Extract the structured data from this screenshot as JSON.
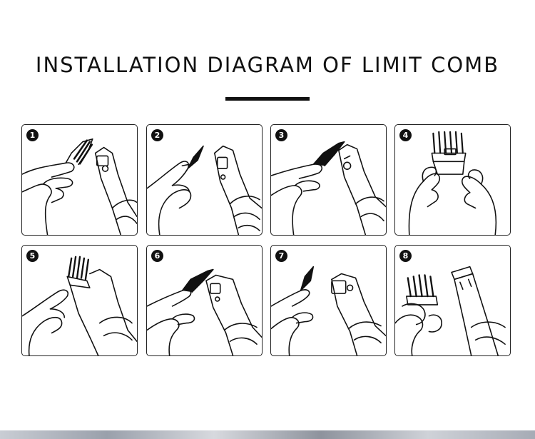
{
  "title": "INSTALLATION DIAGRAM OF LIMIT COMB",
  "steps": [
    {
      "number": "1",
      "icon": "hand-holding-comb-beside-clipper-icon"
    },
    {
      "number": "2",
      "icon": "hand-holding-comb-tilted-icon"
    },
    {
      "number": "3",
      "icon": "comb-touching-clipper-blade-icon"
    },
    {
      "number": "4",
      "icon": "hands-pressing-comb-onto-blade-icon"
    },
    {
      "number": "5",
      "icon": "comb-attached-on-clipper-icon"
    },
    {
      "number": "6",
      "icon": "pulling-comb-off-clipper-icon"
    },
    {
      "number": "7",
      "icon": "comb-removed-from-clipper-icon"
    },
    {
      "number": "8",
      "icon": "comb-separated-from-clipper-icon"
    }
  ],
  "colors": {
    "ink": "#111111",
    "background": "#ffffff"
  }
}
